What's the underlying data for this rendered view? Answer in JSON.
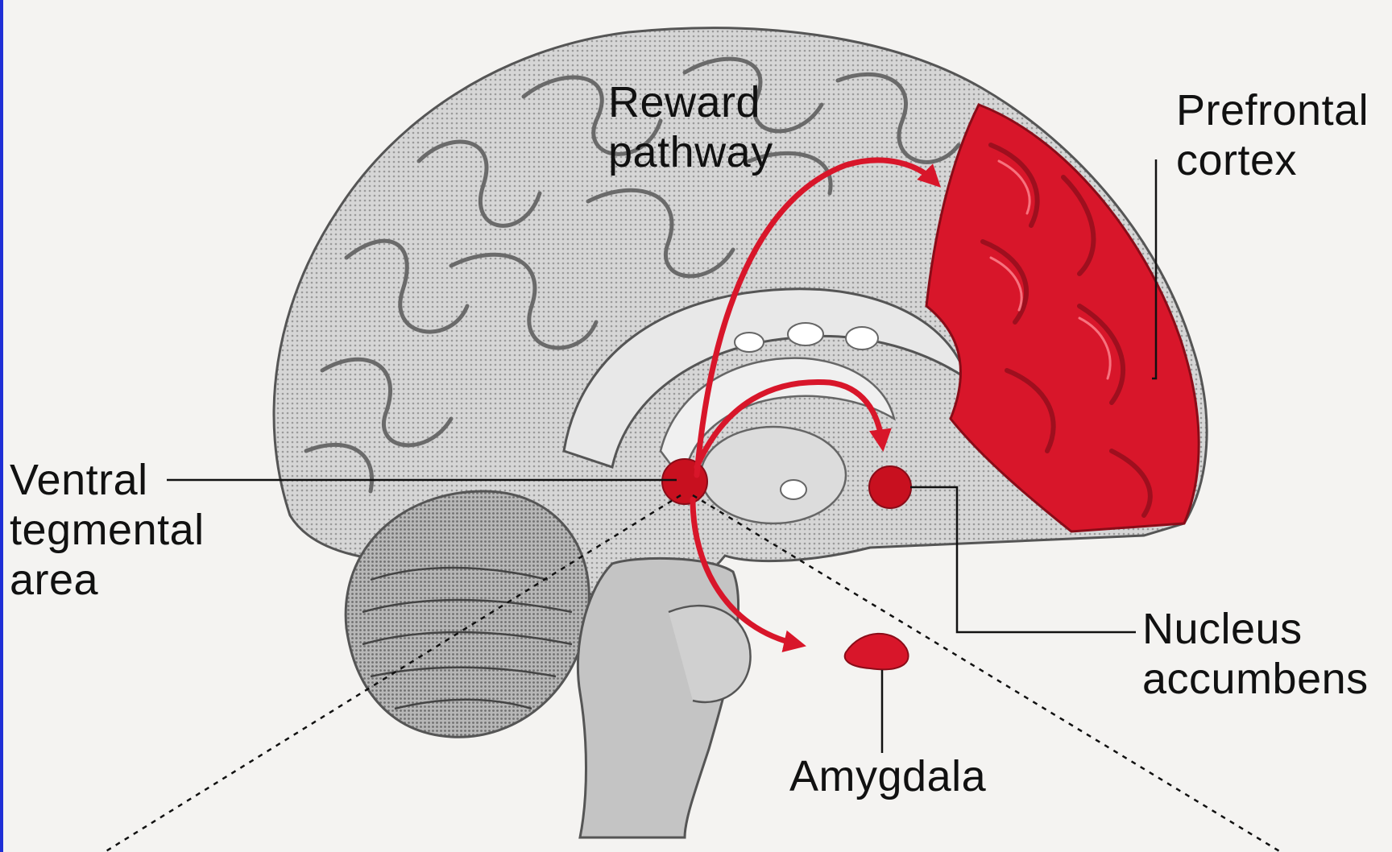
{
  "labels": {
    "reward_pathway": "Reward\npathway",
    "prefrontal_cortex": "Prefrontal\ncortex",
    "ventral_tegmental_area": "Ventral\ntegmental\narea",
    "nucleus_accumbens": "Nucleus\naccumbens",
    "amygdala": "Amygdala"
  },
  "colors": {
    "highlight_red": "#d8162a",
    "brain_gray": "#c9c9c9",
    "line": "#111111",
    "background": "#f4f3f1"
  }
}
